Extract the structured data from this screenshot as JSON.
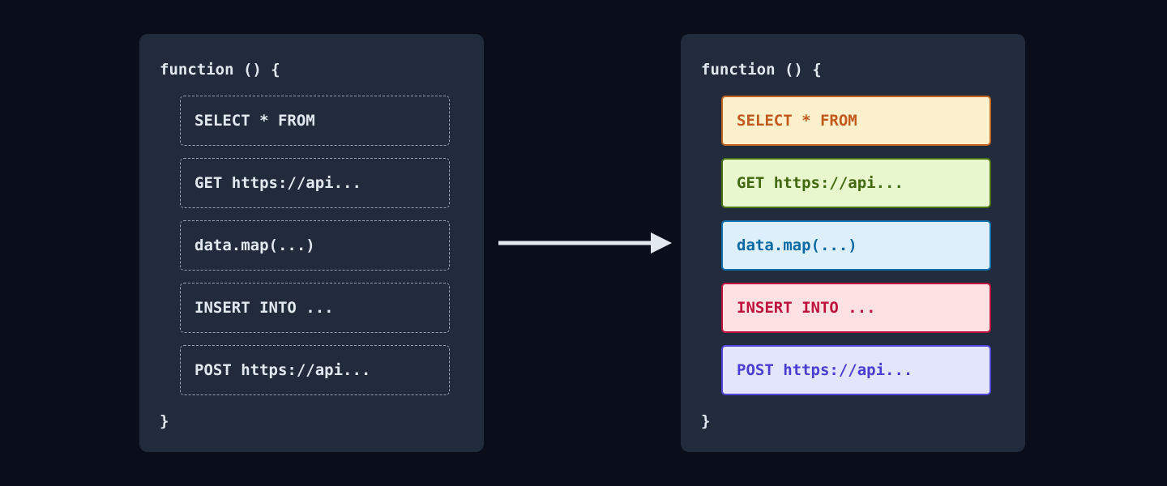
{
  "colors": {
    "page_bg": "#0a0e1a",
    "panel_bg": "#212b3b",
    "code_text": "#e2e8f0",
    "dashed_border": "#94a3b8"
  },
  "arrow": {
    "color": "#e2e8f0"
  },
  "left_panel": {
    "function_open": "function () {",
    "function_close": "}",
    "blocks": [
      {
        "label": "SELECT * FROM"
      },
      {
        "label": "GET https://api..."
      },
      {
        "label": "data.map(...)"
      },
      {
        "label": "INSERT INTO ..."
      },
      {
        "label": "POST https://api..."
      }
    ]
  },
  "right_panel": {
    "function_open": "function () {",
    "function_close": "}",
    "blocks": [
      {
        "label": "SELECT * FROM",
        "bg": "#fcf1cc",
        "border": "#c2661f",
        "text": "#c05a1d"
      },
      {
        "label": "GET https://api...",
        "bg": "#e8f7cd",
        "border": "#4a7212",
        "text": "#42690f"
      },
      {
        "label": "data.map(...)",
        "bg": "#ddeffb",
        "border": "#1173ae",
        "text": "#0b6aa3"
      },
      {
        "label": "INSERT INTO ...",
        "bg": "#fde1e3",
        "border": "#c01240",
        "text": "#be123c"
      },
      {
        "label": "POST https://api...",
        "bg": "#e2e5fc",
        "border": "#5145d8",
        "text": "#4a3dd2"
      }
    ]
  }
}
